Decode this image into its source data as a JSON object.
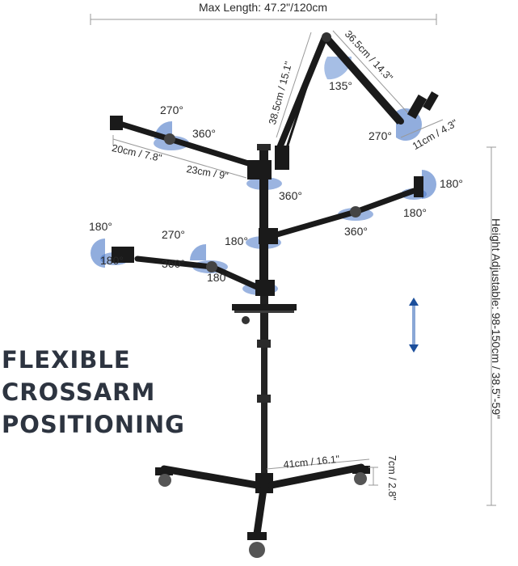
{
  "headline": [
    "FLEXIBLE",
    "CROSSARM",
    "POSITIONING"
  ],
  "dimensions": {
    "max_length": "Max Length: 47.2\"/120cm",
    "height": "Height Adjustable: 98-150cm / 38.5\"-59\"",
    "boom_upper": "38.5cm / 15.1\"",
    "boom_lower": "36.5cm / 14.3\"",
    "holder": "11cm / 4.3\"",
    "arm_outer": "20cm / 7.8\"",
    "arm_inner": "23cm / 9\"",
    "base": "41cm / 16.1\"",
    "caster": "7cm / 2.8\""
  },
  "angles": {
    "boom_joint": "135°",
    "boom_tip": "270°",
    "arm1_tilt": "270°",
    "arm1_rotate": "360°",
    "pole_top": "360°",
    "right_tip": "180°",
    "right_lower": "180°",
    "right_joint": "360°",
    "mid_clamp": "180°",
    "left_top": "180°",
    "left_bottom": "180°",
    "left_tilt": "270°",
    "left_rotate": "360°",
    "lower_clamp": "180°"
  }
}
